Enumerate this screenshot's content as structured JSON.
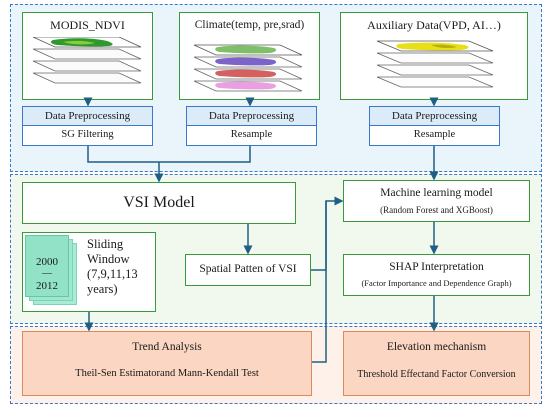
{
  "inputs": {
    "modis_title": "MODIS_NDVI",
    "climate_title": "Climate(temp, pre,srad)",
    "aux_title": "Auxiliary Data(VPD, AI…)"
  },
  "preprocessing": {
    "left_head": "Data Preprocessing",
    "left_sub": "SG Filtering",
    "mid_head": "Data Preprocessing",
    "mid_sub": "Resample",
    "right_head": "Data Preprocessing",
    "right_sub": "Resample"
  },
  "middle": {
    "vsi_model": "VSI Model",
    "year_start": "2000",
    "year_dash": "—",
    "year_end": "2012",
    "sliding_window": "Sliding Window (7,9,11,13 years)",
    "spatial_pattern": "Spatial Patten of  VSI",
    "ml_title": "Machine learning model",
    "ml_sub": "(Random Forest  and XGBoost)",
    "shap_title": "SHAP Interpretation",
    "shap_sub": "(Factor Importance  and Dependence Graph)"
  },
  "bottom": {
    "trend_title": "Trend Analysis",
    "trend_sub": "Theil-Sen Estimatorand Mann-Kendall Test",
    "elev_title": "Elevation mechanism",
    "elev_sub": "Threshold Effectand Factor Conversion"
  },
  "colors": {
    "arrow": "#1f5f85",
    "panel_border": "#3a78c9",
    "green_border": "#3a9a3a",
    "orange_fill": "#fbd6c2"
  }
}
